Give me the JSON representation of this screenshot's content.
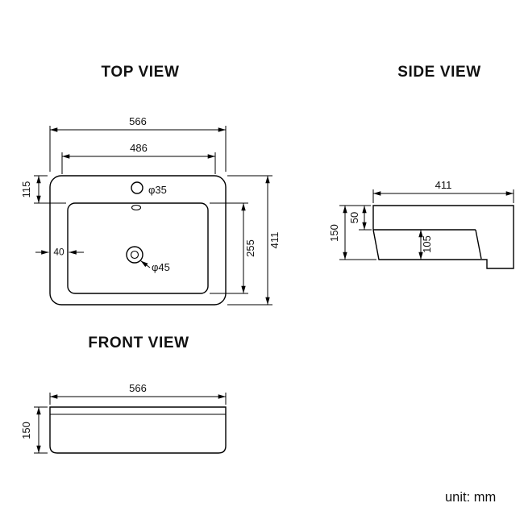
{
  "drawing": {
    "unit_label": "unit: mm"
  },
  "titles": {
    "top_view": "TOP VIEW",
    "side_view": "SIDE VIEW",
    "front_view": "FRONT VIEW"
  },
  "top_view": {
    "overall_width": "566",
    "bowl_width": "486",
    "faucet_deck_depth": "115",
    "rim_offset": "40",
    "bowl_depth": "255",
    "overall_depth": "411",
    "faucet_hole_diameter": "φ35",
    "drain_hole_diameter": "φ45"
  },
  "side_view": {
    "overall_depth": "411",
    "rim_height": "50",
    "overall_height": "150",
    "bowl_inner_depth": "105"
  },
  "front_view": {
    "overall_width": "566",
    "overall_height": "150"
  },
  "colors": {
    "line": "#000000",
    "background": "#ffffff",
    "text": "#111111"
  }
}
